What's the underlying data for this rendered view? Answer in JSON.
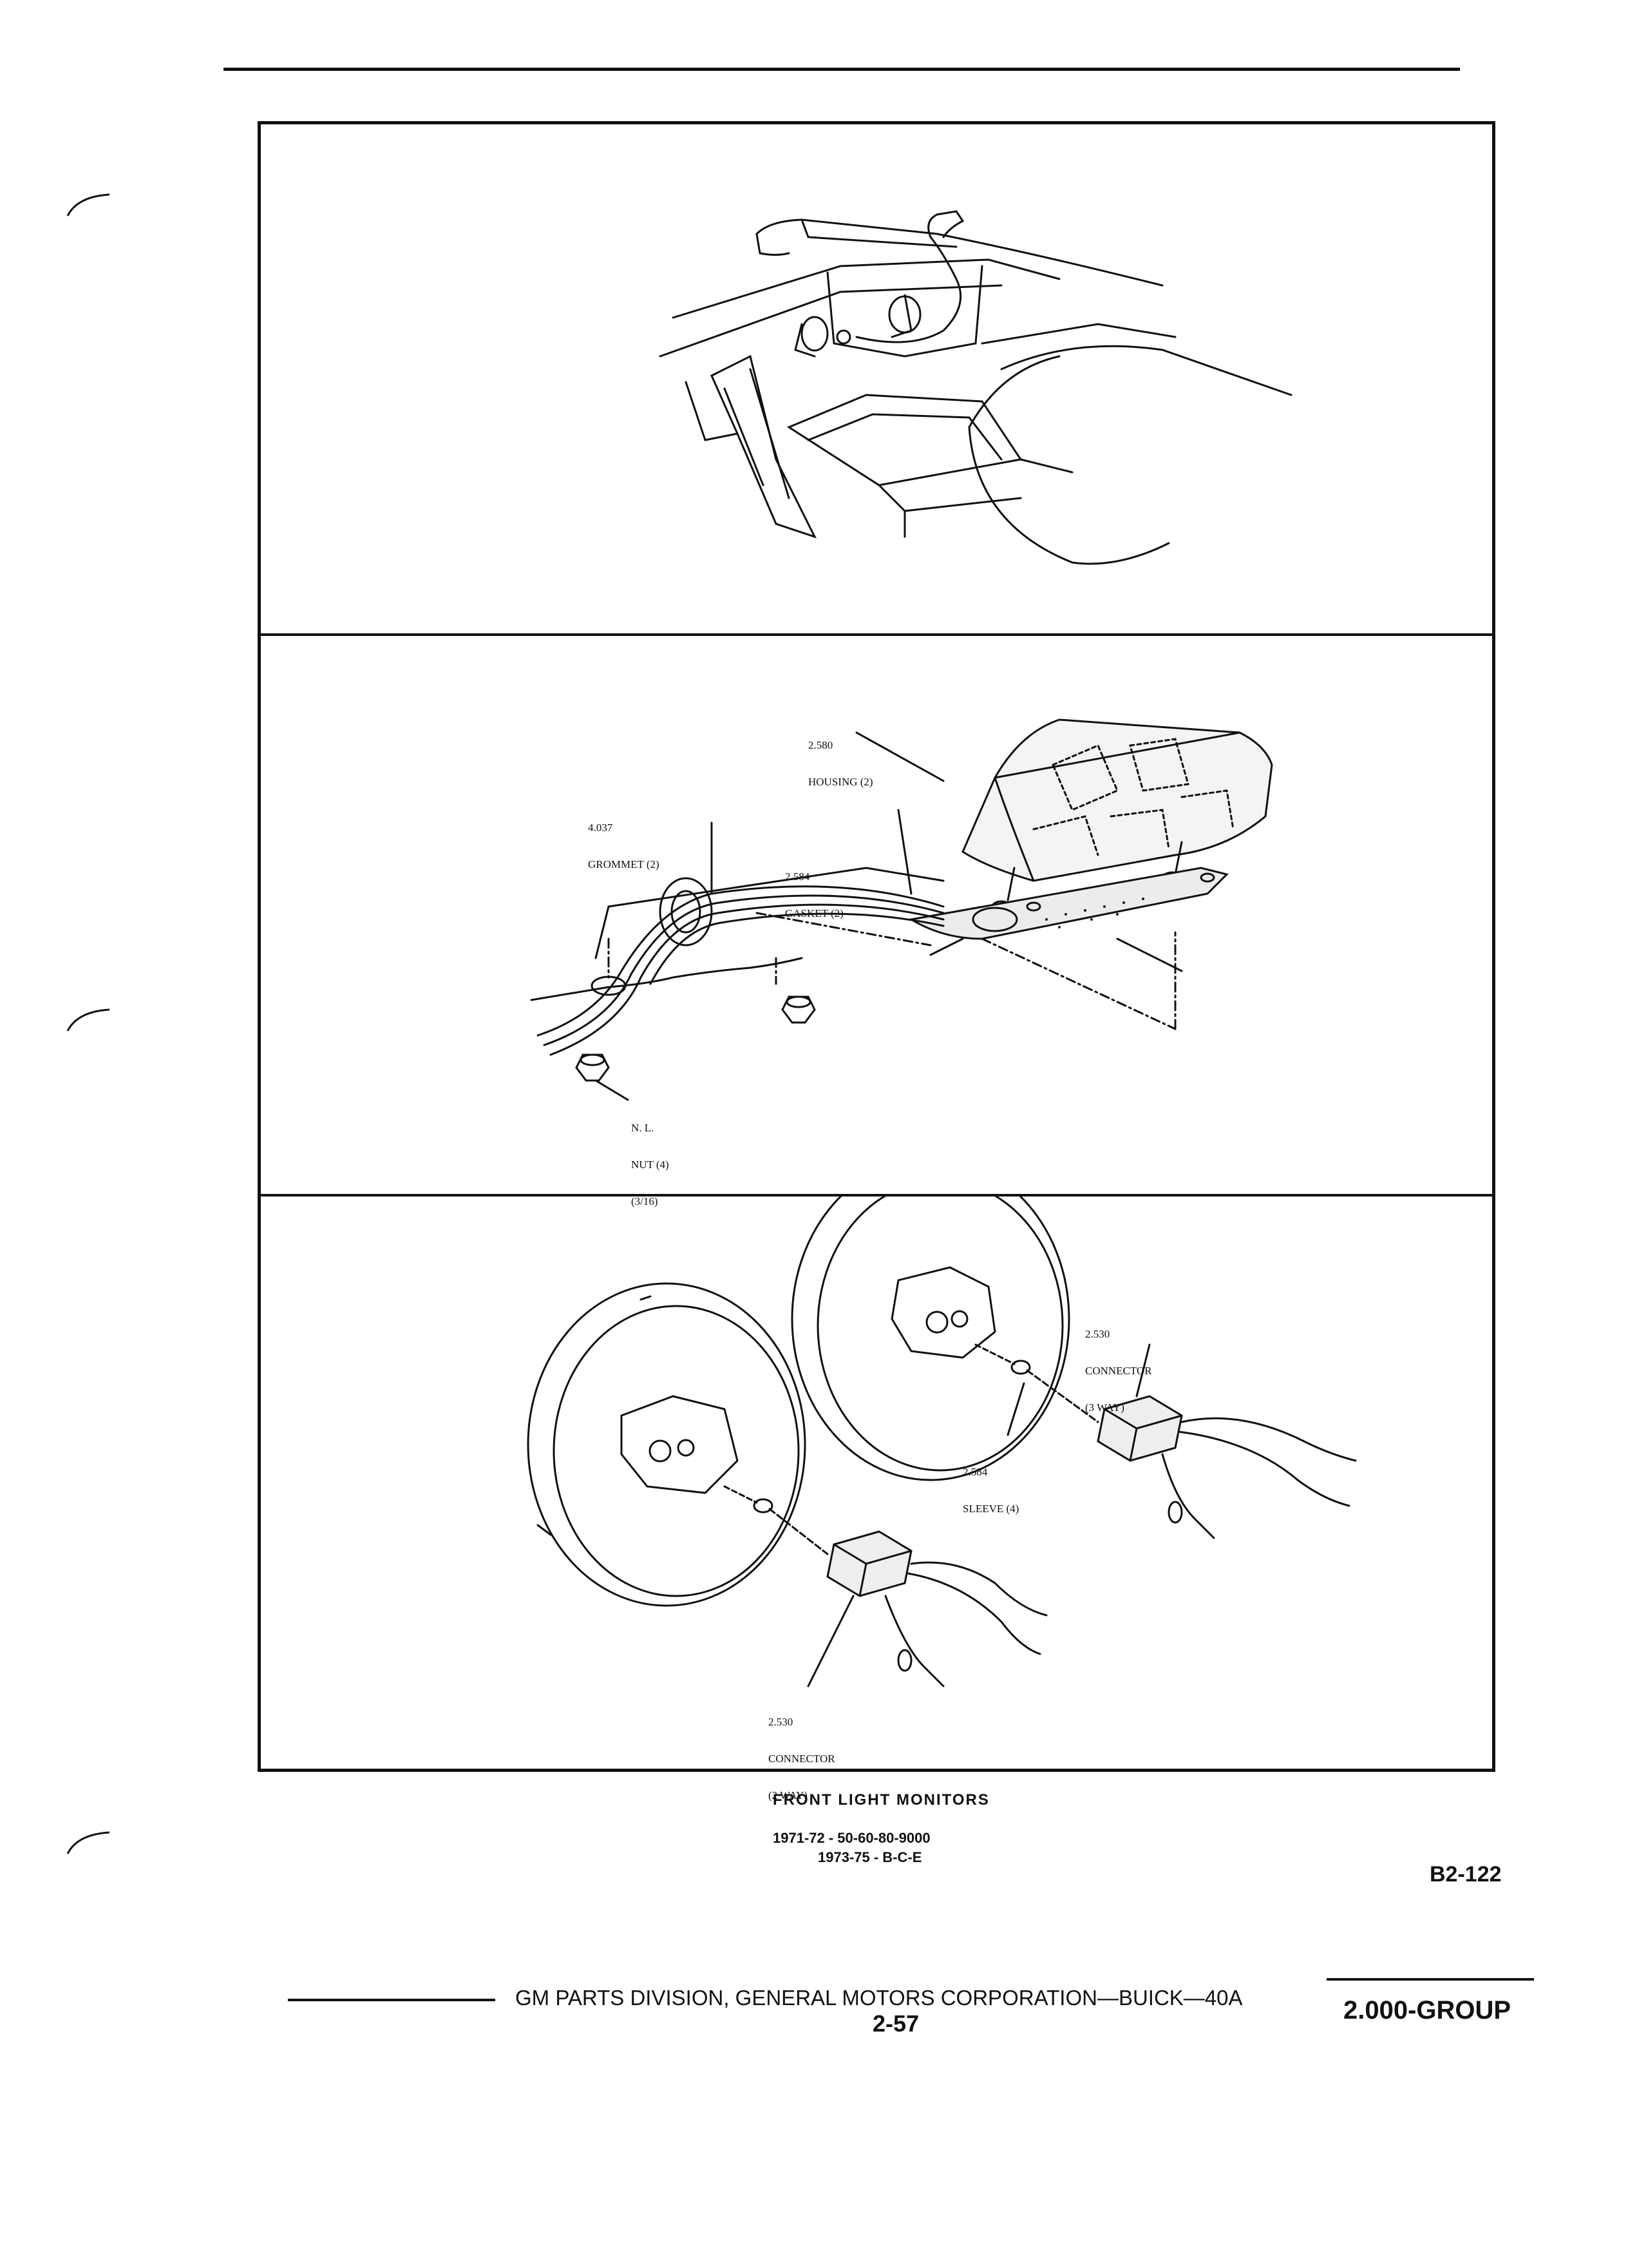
{
  "figure": {
    "panel2": {
      "housing": {
        "num": "2.580",
        "name": "HOUSING (2)"
      },
      "grommet": {
        "num": "4.037",
        "name": "GROMMET (2)"
      },
      "gasket": {
        "num": "2.584",
        "name": "GASKET (2)"
      },
      "nut": {
        "l1": "N. L.",
        "l2": "NUT (4)",
        "l3": "(3/16)"
      }
    },
    "panel3": {
      "connector3": {
        "num": "2.530",
        "name": "CONNECTOR",
        "type": "(3 WAY)"
      },
      "sleeve": {
        "num": "2.584",
        "name": "SLEEVE (4)"
      },
      "connector2": {
        "num": "2.530",
        "name": "CONNECTOR",
        "type": "(2 WAY)"
      }
    }
  },
  "caption": {
    "title": "FRONT LIGHT MONITORS",
    "line1": "1971-72 - 50-60-80-9000",
    "line2": "1973-75 - B-C-E"
  },
  "page_code": "B2-122",
  "footer": {
    "publisher": "GM PARTS DIVISION, GENERAL MOTORS CORPORATION—BUICK—40A",
    "page": "2-57",
    "group": "2.000-GROUP"
  }
}
